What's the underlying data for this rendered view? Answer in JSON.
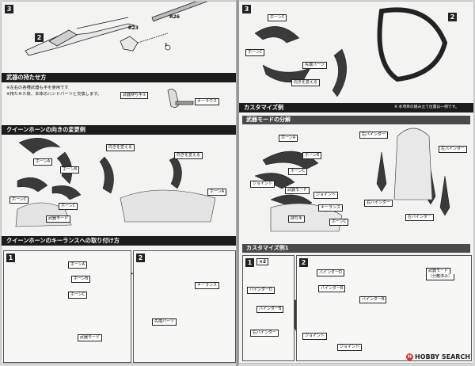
{
  "left_page": {
    "top_step": "3",
    "top_labels": {
      "step2": "2",
      "r2_3": "R2",
      "r2_3_num": "3",
      "r2_6": "R2",
      "r2_6_num": "6",
      "circle1": "1"
    },
    "hold_section": {
      "title": "武器の持たせ方",
      "notes": [
        "※左右の各種武器も手を使用です",
        "※持たせた後、本体のハンドパーツと交換します。"
      ],
      "labels": {
        "hand": "武器持ち手①",
        "keyhole": "キーラウス"
      }
    },
    "change_section": {
      "title": "クイーンホーンの向きの変更例",
      "labels": [
        "ホーンA",
        "ホーンB",
        "ホーンC",
        "ホーンC",
        "向きを変える",
        "向きを変える",
        "ホーンA",
        "武器モード"
      ]
    },
    "attach_section": {
      "title": "クイーンホーンのキーランスへの取り付け方",
      "step1": "1",
      "step2": "2",
      "labels": [
        "ホーンA",
        "ホーンB",
        "ホーンC",
        "キーランス",
        "先端パーツ",
        "武器モード"
      ]
    }
  },
  "right_page": {
    "top_step": "3",
    "top_step2": "2",
    "top_labels": [
      "ホーンC",
      "ホーンC",
      "先端パーツ",
      "向きを変える"
    ],
    "custom_section": {
      "title": "カスタマイズ例",
      "note": "※ 本项目の組み立て位置は一例です。"
    },
    "decomp_section": {
      "title": "武器モードの分解",
      "labels": [
        "ホーンA",
        "ホーンB",
        "ホーンC",
        "ジョイント",
        "武器モード",
        "ジョイント",
        "キーランス",
        "持ち手",
        "ホーンC",
        "右バインダー",
        "左バインダー",
        "右バインダー",
        "左バインダー"
      ]
    },
    "example_section": {
      "title": "カスタマイズ例1",
      "step1": "1",
      "x2": "×2",
      "step2": "2",
      "labels": [
        "バインダーD",
        "バインダーB",
        "右バインダー",
        "バインダーD",
        "バインダーB",
        "バインダーB",
        "ジョイント",
        "ジョイント",
        "武器モード",
        "（分離済み）"
      ]
    }
  },
  "watermark": {
    "brand": "HOBBY SEARCH",
    "mark": "H"
  }
}
